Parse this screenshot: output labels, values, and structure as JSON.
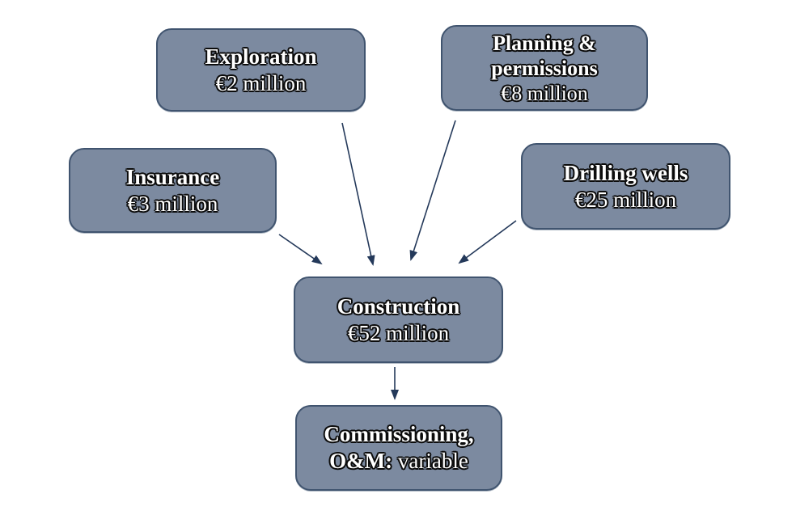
{
  "colors": {
    "background": "#ffffff",
    "node_fill": "#7c8aa0",
    "node_border": "#40546f",
    "arrow": "#24395a",
    "text": "#ffffff",
    "text_outline": "#000000"
  },
  "nodes": {
    "exploration": {
      "line1": "Exploration",
      "line2": "€2 million"
    },
    "planning_permissions": {
      "line1": "Planning &",
      "line2": "permissions",
      "line3": "€8 million"
    },
    "insurance": {
      "line1": "Insurance",
      "line2": "€3 million"
    },
    "drilling_wells": {
      "line1": "Drilling wells",
      "line2": "€25 million"
    },
    "construction": {
      "line1": "Construction",
      "line2": "€52 million"
    },
    "commissioning": {
      "line1": "Commissioning,",
      "line2_bold": "O&M:",
      "line2_rest": "variable"
    }
  },
  "edges": [
    {
      "from": "exploration",
      "to": "construction"
    },
    {
      "from": "planning_permissions",
      "to": "construction"
    },
    {
      "from": "insurance",
      "to": "construction"
    },
    {
      "from": "drilling_wells",
      "to": "construction"
    },
    {
      "from": "construction",
      "to": "commissioning"
    }
  ]
}
